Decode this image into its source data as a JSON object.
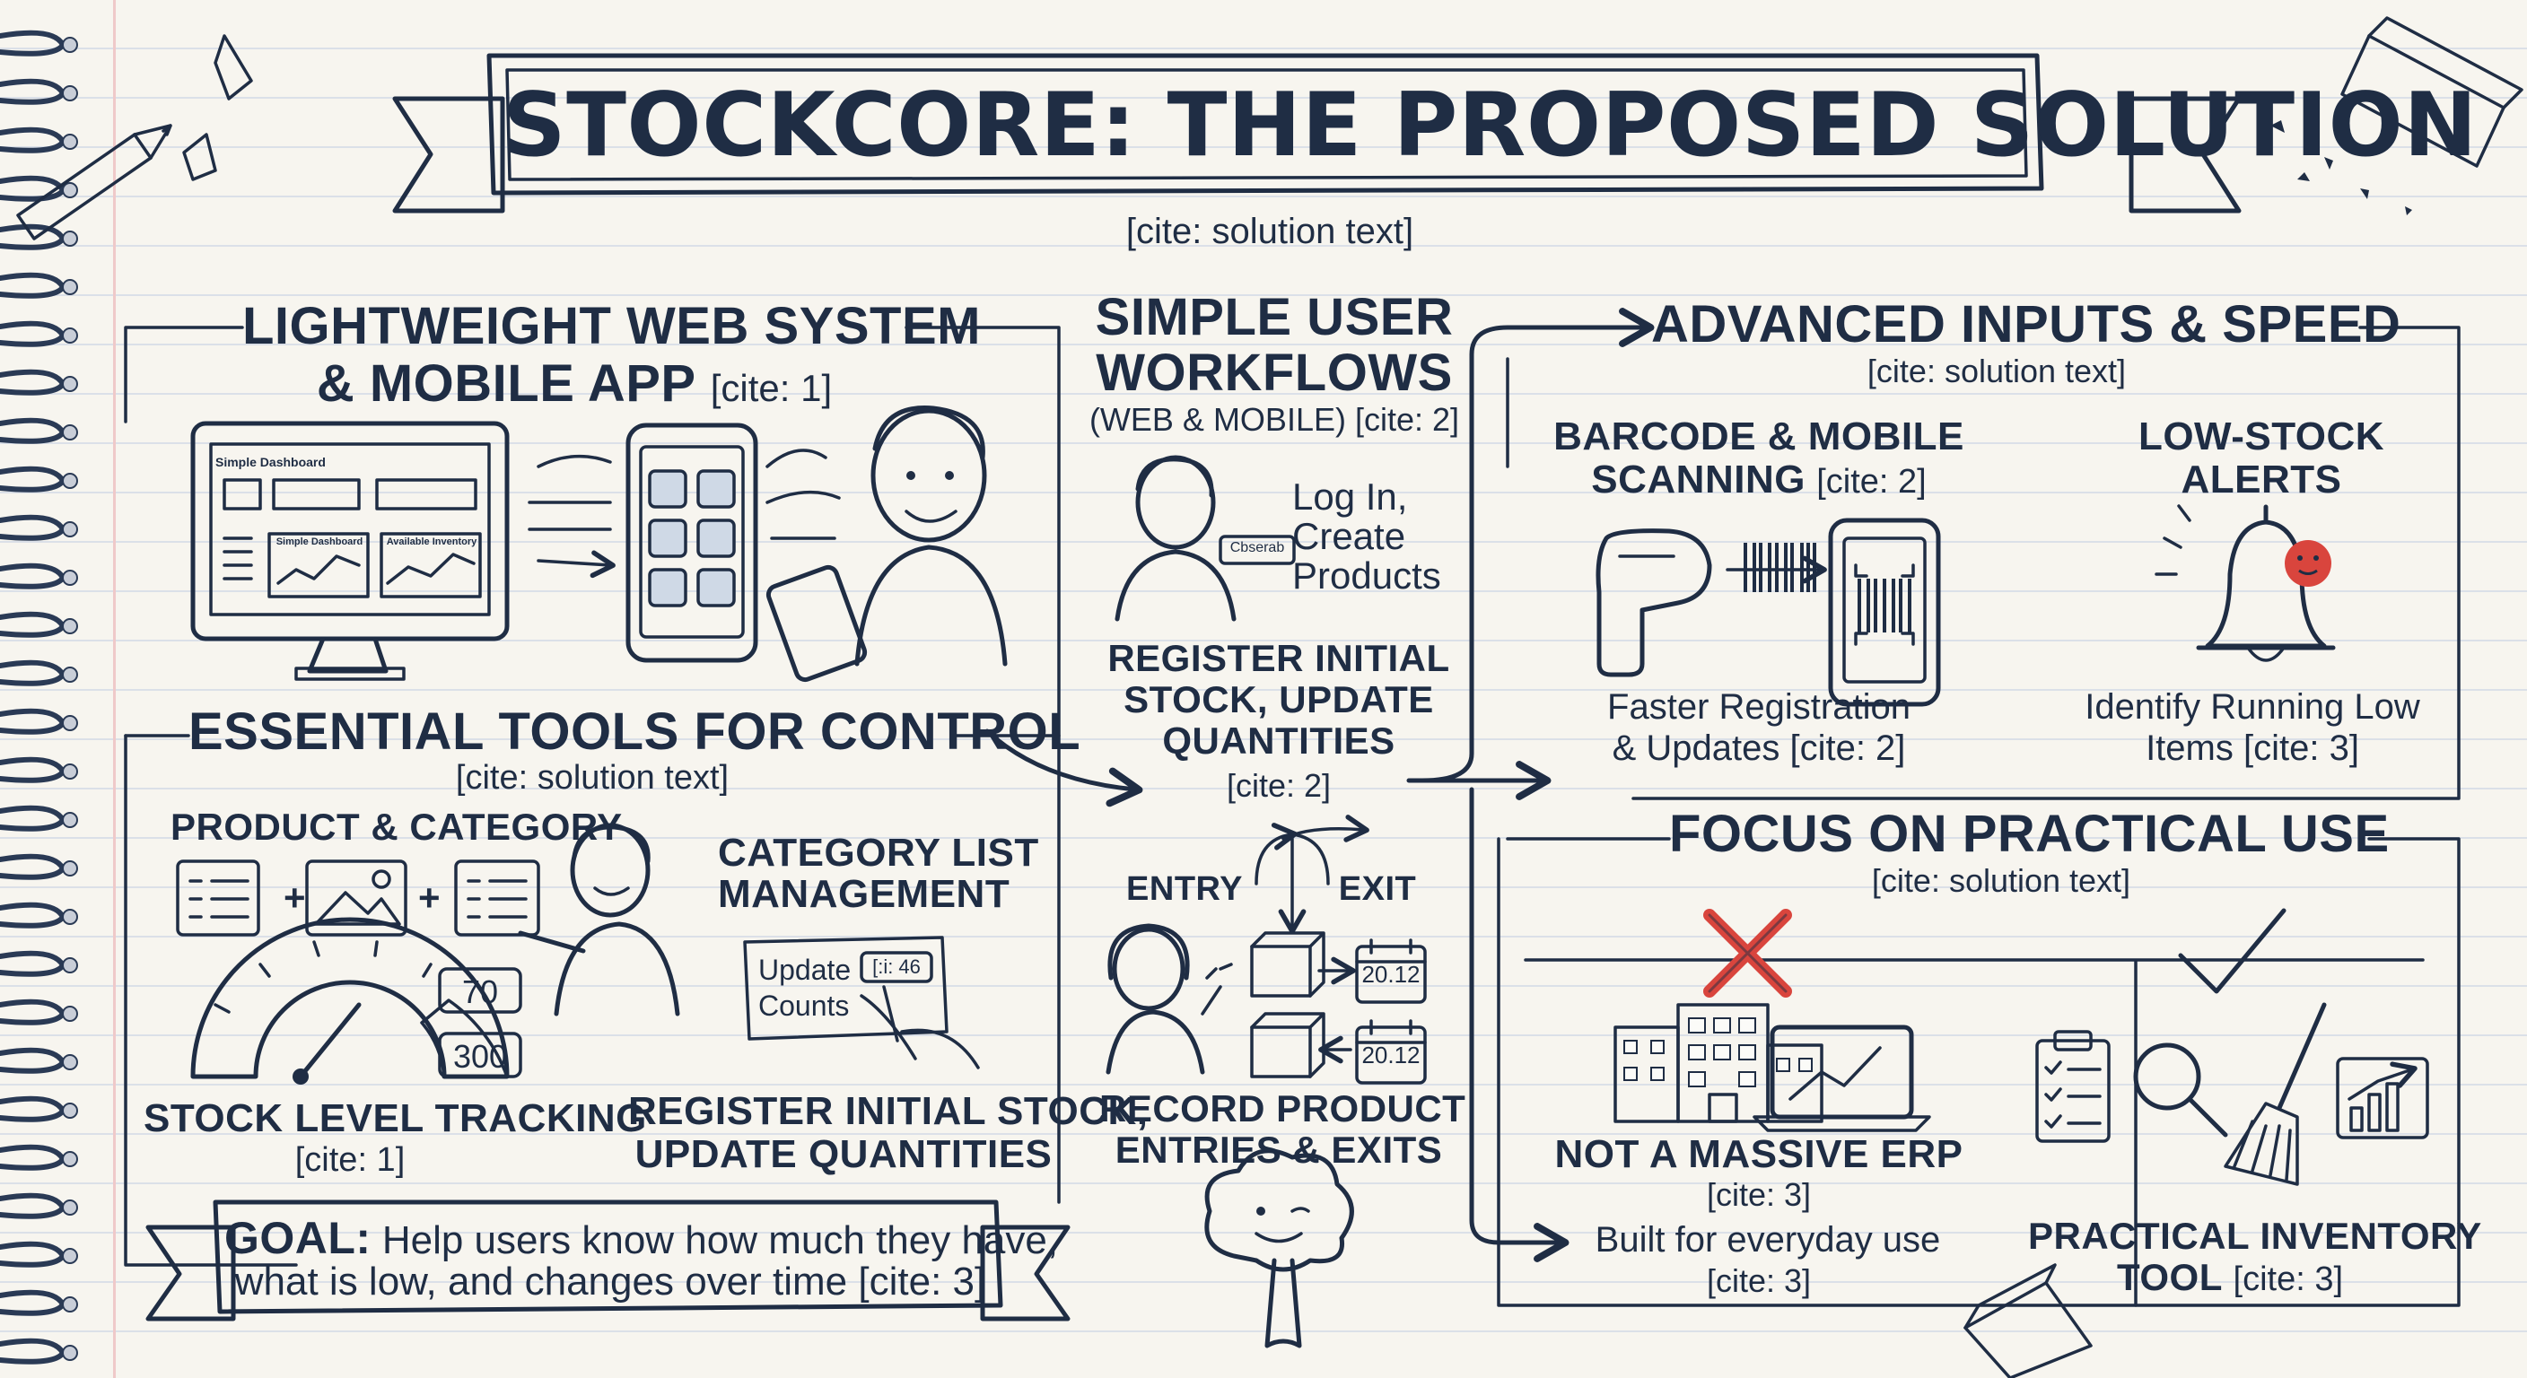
{
  "title": "STOCKCORE: THE PROPOSED SOLUTION",
  "title_cite": "[cite: solution text]",
  "web_mobile": {
    "heading_line1": "LIGHTWEIGHT WEB SYSTEM",
    "heading_line2": "& MOBILE APP",
    "cite": "[cite: 1]",
    "screen_title": "Simple Dashboard",
    "panel_left": "Simple Dashboard",
    "panel_right": "Available Inventory"
  },
  "essential": {
    "heading": "ESSENTIAL TOOLS FOR CONTROL",
    "cite": "[cite: solution text]",
    "product_category": "PRODUCT & CATEGORY",
    "category_list_line1": "CATEGORY LIST",
    "category_list_line2": "MANAGEMENT",
    "note_line1": "Update",
    "note_line2": "Counts",
    "note_field": "[:i: 46",
    "gauge_top": "70",
    "gauge_bottom": "300",
    "stock_tracking": "STOCK LEVEL TRACKING",
    "stock_tracking_cite": "[cite: 1]",
    "register_line1": "REGISTER INITIAL STOCK,",
    "register_line2": "UPDATE QUANTITIES"
  },
  "goal": {
    "label": "GOAL:",
    "line1": "Help users know how much they have,",
    "line2": "what is low, and changes over time",
    "cite": "[cite: 3]"
  },
  "workflows": {
    "heading_line1": "SIMPLE USER",
    "heading_line2": "WORKFLOWS",
    "sub": "(WEB & MOBILE)",
    "cite": "[cite: 2]",
    "card_text": "Cbserab",
    "login_line1": "Log In,",
    "login_line2": "Create",
    "login_line3": "Products",
    "register_line1": "REGISTER INITIAL",
    "register_line2": "STOCK, UPDATE",
    "register_line3": "QUANTITIES",
    "register_cite": "[cite: 2]",
    "entry": "ENTRY",
    "exit": "EXIT",
    "date1": "20.12",
    "date2": "20.12",
    "record_line1": "RECORD PRODUCT",
    "record_line2": "ENTRIES & EXITS"
  },
  "advanced": {
    "heading": "ADVANCED INPUTS & SPEED",
    "cite": "[cite: solution text]",
    "barcode_line1": "BARCODE & MOBILE",
    "barcode_line2": "SCANNING",
    "barcode_cite": "[cite: 2]",
    "lowstock_line1": "LOW-STOCK",
    "lowstock_line2": "ALERTS",
    "faster_line1": "Faster Registration",
    "faster_line2": "& Updates",
    "faster_cite": "[cite: 2]",
    "identify_line1": "Identify Running Low",
    "identify_line2": "Items",
    "identify_cite": "[cite: 3]"
  },
  "practical": {
    "heading": "FOCUS ON PRACTICAL USE",
    "cite": "[cite: solution text]",
    "not_erp": "NOT A MASSIVE ERP",
    "not_erp_cite": "[cite: 3]",
    "everyday": "Built for everyday use",
    "everyday_cite": "[cite: 3]",
    "tool_line1": "PRACTICAL INVENTORY",
    "tool_line2": "TOOL",
    "tool_cite": "[cite: 3]"
  },
  "colors": {
    "ink": "#1f2d44",
    "paper": "#f7f5ef",
    "accent_blue": "#cfd9e6",
    "alert_red": "#d9453d"
  },
  "icons": [
    "pencil-icon",
    "eraser-icon",
    "monitor-icon",
    "phone-icon",
    "person-icon",
    "gauge-icon",
    "barcode-scanner-icon",
    "bell-icon",
    "x-mark-icon",
    "check-mark-icon",
    "building-icon",
    "laptop-icon",
    "clipboard-icon",
    "magnifier-icon",
    "broom-icon",
    "chart-icon",
    "tree-icon",
    "calendar-icon",
    "box-icon"
  ]
}
